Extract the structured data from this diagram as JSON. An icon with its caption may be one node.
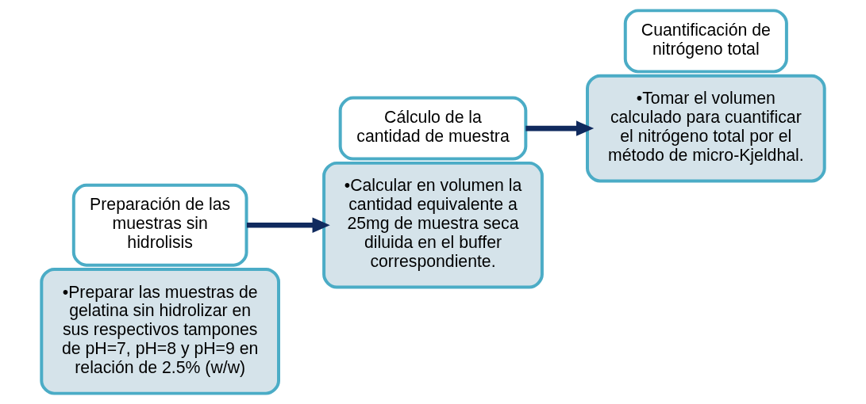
{
  "diagram": {
    "nodes": [
      {
        "text": [
          "•Preparar las muestras de gelatina sin hidrolizar en sus respectivos tampones de pH=7, pH=8 y pH=9 en relación de 2.5% (w/w)"
        ]
      },
      {
        "text": [
          "Preparación de las muestras sin hidrolisis"
        ]
      },
      {
        "text": [
          "•Calcular en volumen la cantidad equivalente a 25mg de muestra seca diluida en el buffer correspondiente."
        ]
      },
      {
        "text": [
          "Cálculo de la cantidad de muestra"
        ]
      },
      {
        "text": [
          "•Tomar el volumen calculado para cuantificar el nitrógeno total por el método de micro-Kjeldhal."
        ]
      },
      {
        "text": [
          "Cuantificación de nitrógeno total"
        ]
      }
    ],
    "edges": [
      {
        "from": 1,
        "to": 2,
        "arrow": "to"
      },
      {
        "from": 3,
        "to": 4,
        "arrow": "to"
      }
    ]
  }
}
